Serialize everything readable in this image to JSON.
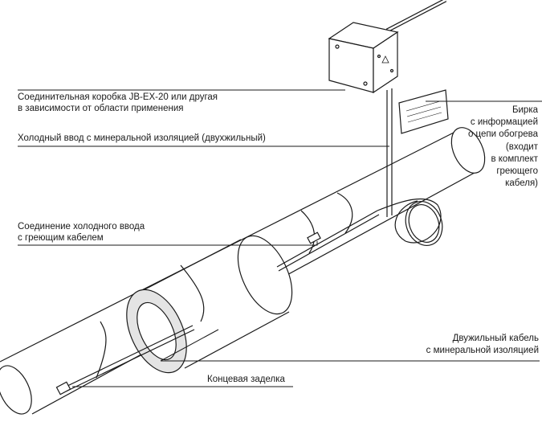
{
  "labels": {
    "junction_box": [
      "Соединительная коробка JB-EX-20 или другая",
      "в зависимости от области применения"
    ],
    "cold_lead": "Холодный ввод с минеральной изоляцией (двухжильный)",
    "splice": [
      "Соединение холодного ввода",
      "с греющим кабелем"
    ],
    "tag": [
      "Бирка",
      "с информацией",
      "о цепи обогрева",
      "(входит",
      "в комплект",
      "греющего",
      "кабеля)"
    ],
    "heating_cable": [
      "Двужильный кабель",
      "с минеральной изоляцией"
    ],
    "end_seal": "Концевая заделка"
  },
  "colors": {
    "line": "#1a1a1a",
    "insulation": "#e4e4e4",
    "background": "#ffffff"
  }
}
